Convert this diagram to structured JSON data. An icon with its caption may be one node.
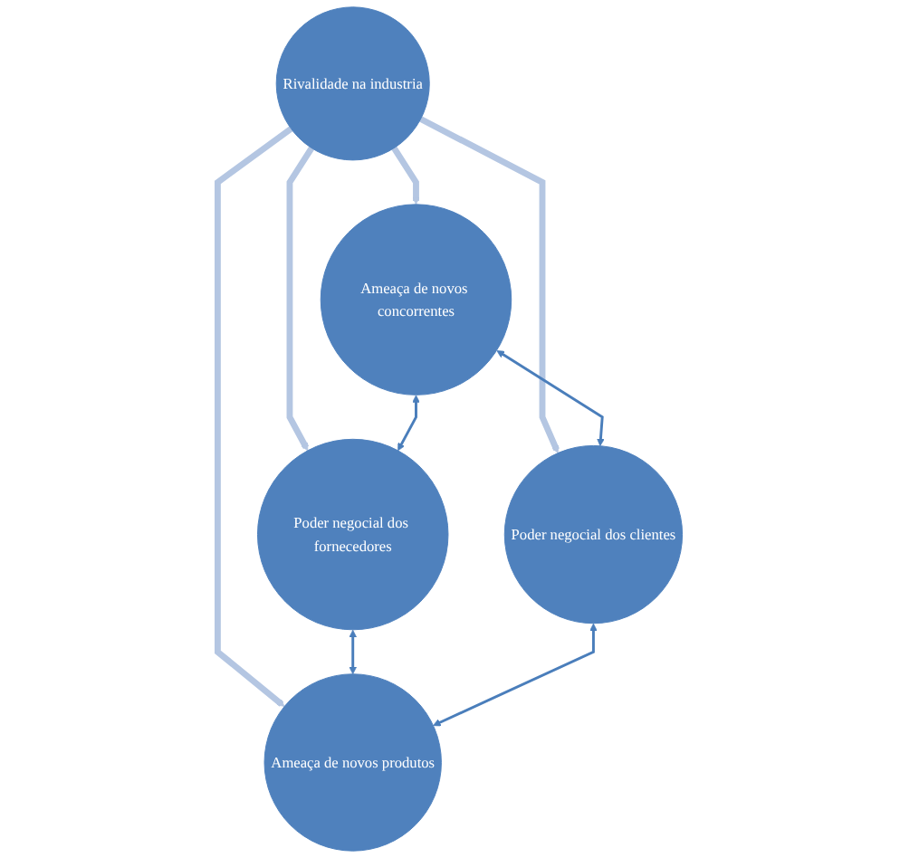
{
  "diagram": {
    "nodes": [
      {
        "text": [
          "Ameaça de novos concorrentes"
        ]
      },
      {
        "text": [
          "Poder negocial dos fornecedores"
        ]
      },
      {
        "text": [
          "Rivalidade na industria"
        ]
      },
      {
        "text": [
          "Poder negocial dos clientes"
        ]
      },
      {
        "text": [
          "Ameaça de novos produtos"
        ]
      }
    ],
    "edges": [
      {
        "from": 2,
        "to": 0,
        "arrow": "to",
        "style": "thick",
        "color": "#b4c6e2"
      },
      {
        "from": 2,
        "to": 1,
        "arrow": "to",
        "style": "thick",
        "color": "#b4c6e2"
      },
      {
        "from": 2,
        "to": 3,
        "arrow": "to",
        "style": "thick",
        "color": "#b4c6e2"
      },
      {
        "from": 2,
        "to": 4,
        "arrow": "to",
        "style": "thick",
        "color": "#b4c6e2"
      },
      {
        "from": 0,
        "to": 1,
        "arrow": "both",
        "color": "#4a7ebb"
      },
      {
        "from": 0,
        "to": 3,
        "arrow": "both",
        "color": "#4a7ebb"
      },
      {
        "from": 1,
        "to": 4,
        "arrow": "both",
        "color": "#4a7ebb"
      },
      {
        "from": 3,
        "to": 4,
        "arrow": "both",
        "color": "#4a7ebb"
      }
    ]
  }
}
